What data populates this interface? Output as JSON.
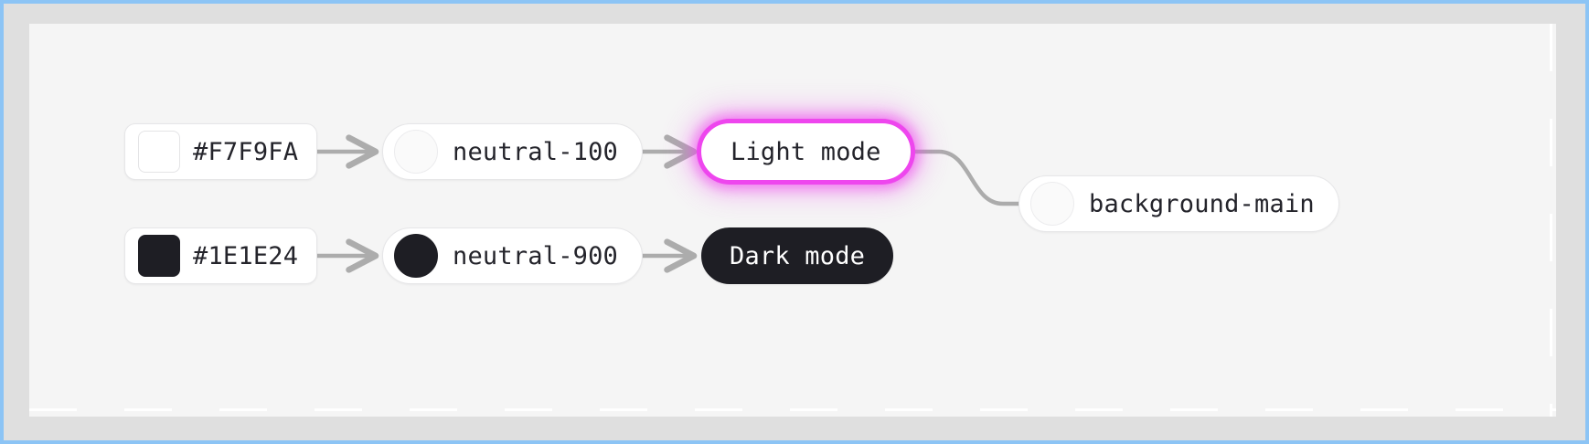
{
  "canvas": {
    "background_color": "#F5F5F5",
    "focus_outline_color": "#8CC4F5"
  },
  "graph": {
    "edge_color": "#ACACAC",
    "selected_glow_color": "#EE46EE",
    "nodes": [
      {
        "id": "swatch-light",
        "type": "color-swatch",
        "label": "#F7F9FA",
        "swatch_color": "#F7F9FA",
        "tone": "light"
      },
      {
        "id": "swatch-dark",
        "type": "color-swatch",
        "label": "#1E1E24",
        "swatch_color": "#1E1E24",
        "tone": "dark"
      },
      {
        "id": "token-neutral-100",
        "type": "token",
        "label": "neutral-100",
        "dot_color": "#FAFAFA",
        "tone": "light"
      },
      {
        "id": "token-neutral-900",
        "type": "token",
        "label": "neutral-900",
        "dot_color": "#1E1E24",
        "tone": "dark"
      },
      {
        "id": "mode-light",
        "type": "mode",
        "label": "Light mode",
        "selected": true,
        "tone": "light"
      },
      {
        "id": "mode-dark",
        "type": "mode",
        "label": "Dark mode",
        "selected": false,
        "tone": "dark"
      },
      {
        "id": "token-background-main",
        "type": "token",
        "label": "background-main",
        "dot_color": "#FAFAFA",
        "tone": "light"
      }
    ],
    "edges": [
      {
        "from": "swatch-light",
        "to": "token-neutral-100",
        "shape": "straight"
      },
      {
        "from": "token-neutral-100",
        "to": "mode-light",
        "shape": "straight"
      },
      {
        "from": "swatch-dark",
        "to": "token-neutral-900",
        "shape": "straight"
      },
      {
        "from": "token-neutral-900",
        "to": "mode-dark",
        "shape": "straight"
      },
      {
        "from": "mode-light",
        "to": "token-background-main",
        "shape": "s-curve"
      }
    ]
  }
}
